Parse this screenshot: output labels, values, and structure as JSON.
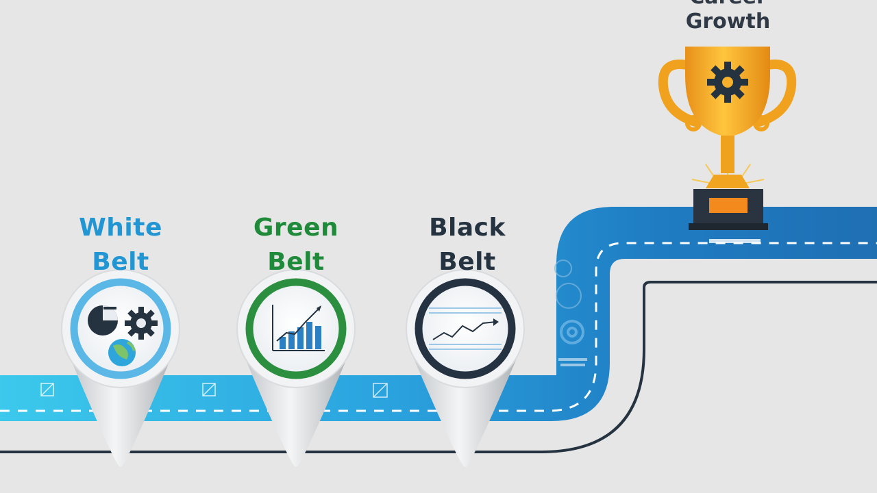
{
  "goal": {
    "line1": "Career",
    "line2": "Growth"
  },
  "milestones": [
    {
      "line1": "White",
      "line2": "Belt",
      "color": "#2196d3",
      "ring": "#5bb8e6",
      "icon": "pie-chart-gear-globe-icon"
    },
    {
      "line1": "Green",
      "line2": "Belt",
      "color": "#1f8a3a",
      "ring": "#2b8f3f",
      "icon": "bar-chart-growth-icon"
    },
    {
      "line1": "Black",
      "line2": "Belt",
      "color": "#253341",
      "ring": "#243242",
      "icon": "line-chart-trend-icon"
    }
  ],
  "colors": {
    "background": "#e6e6e6",
    "road_light": "#33c3e8",
    "road_dark": "#1f6fb3",
    "trophy_gold": "#f5a623",
    "trophy_base": "#2a3440",
    "plaque": "#f28a1e"
  }
}
